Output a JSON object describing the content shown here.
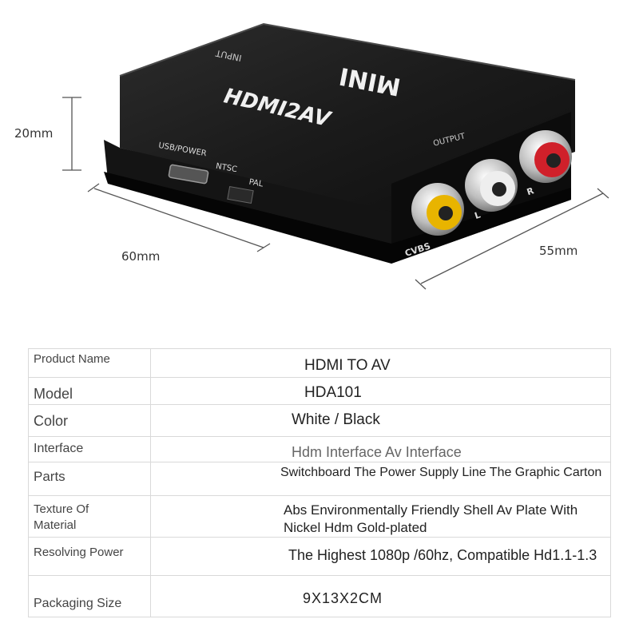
{
  "device": {
    "brand_top": "MINI",
    "brand_main": "HDMI2AV",
    "port_input": "INPUT",
    "port_output": "OUTPUT",
    "port_usb": "USB/POWER",
    "switch_ntsc": "NTSC",
    "switch_pal": "PAL",
    "jack_cvbs": "CVBS",
    "jack_l": "L",
    "jack_r": "R",
    "colors": {
      "body": "#1a1a1a",
      "yellow": "#e8b400",
      "white": "#eeeeee",
      "red": "#d0202a"
    }
  },
  "dimensions": {
    "height": "20mm",
    "width": "60mm",
    "depth": "55mm"
  },
  "specs": [
    {
      "label": "Product Name",
      "value": "HDMI TO AV"
    },
    {
      "label": "Model",
      "value": "HDA101"
    },
    {
      "label": "Color",
      "value": "White / Black"
    },
    {
      "label": "Interface",
      "value": "Hdm Interface Av Interface"
    },
    {
      "label": "Parts",
      "value": "Switchboard The Power Supply Line The Graphic Carton"
    },
    {
      "label": "Texture Of Material",
      "label_line1": "Texture Of",
      "label_line2": "Material",
      "value_line1": "Abs Environmentally Friendly Shell Av Plate With",
      "value_line2": "Nickel Hdm Gold-plated"
    },
    {
      "label": "Resolving Power",
      "value": "The Highest 1080p /60hz, Compatible Hd1.1-1.3"
    },
    {
      "label": "Packaging Size",
      "value": "9X13X2CM"
    }
  ]
}
